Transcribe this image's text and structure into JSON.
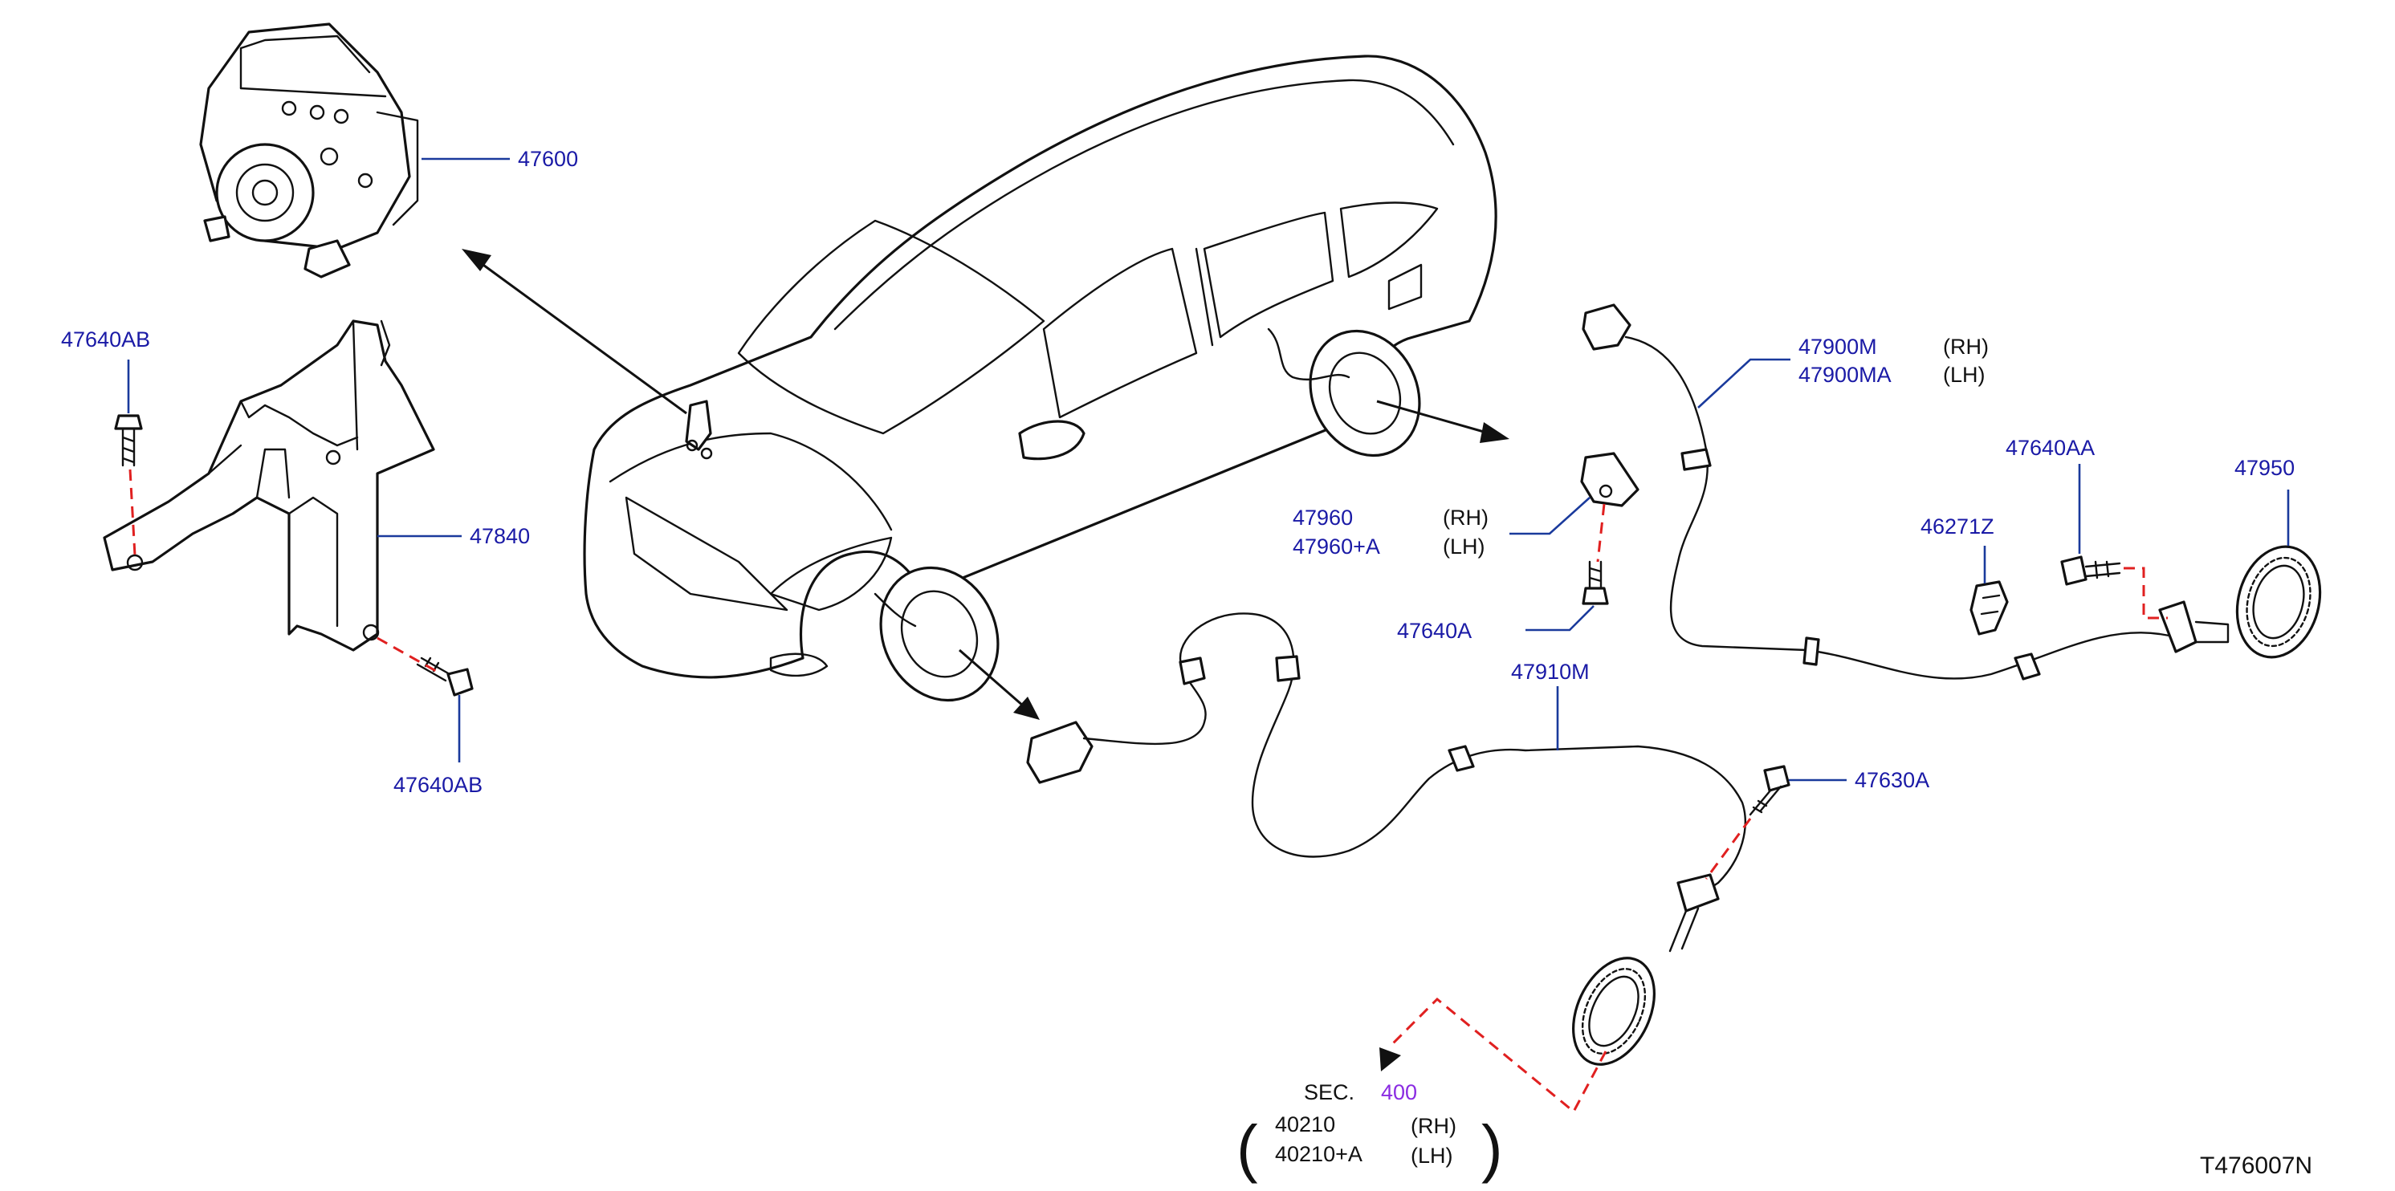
{
  "diagram_id": "T476007N",
  "parts": {
    "abs_actuator": "47600",
    "bracket": "47840",
    "bracket_bolt_top": "47640AB",
    "bracket_bolt_bottom": "47640AB",
    "rear_sensor_rh": "47900M",
    "rear_sensor_lh": "47900MA",
    "rear_sensor_bolt": "47640AA",
    "rear_clip": "46271Z",
    "rear_sensor_rotor": "47950",
    "front_bracket_rh": "47960",
    "front_bracket_lh": "47960+A",
    "front_bracket_bolt": "47640A",
    "front_sensor": "47910M",
    "front_sensor_bolt": "47630A"
  },
  "sides": {
    "rh": "(RH)",
    "lh": "(LH)"
  },
  "section_ref": {
    "prefix": "SEC.",
    "number": "400",
    "item_rh": "40210",
    "item_lh": "40210+A",
    "open_paren": "(",
    "close_paren": ")"
  },
  "colors": {
    "part_number": "#1a1aa6",
    "leader_line": "#1a3a9c",
    "dashed_connector": "#e02020",
    "section_link": "#8a2be2",
    "ink": "#111111"
  }
}
